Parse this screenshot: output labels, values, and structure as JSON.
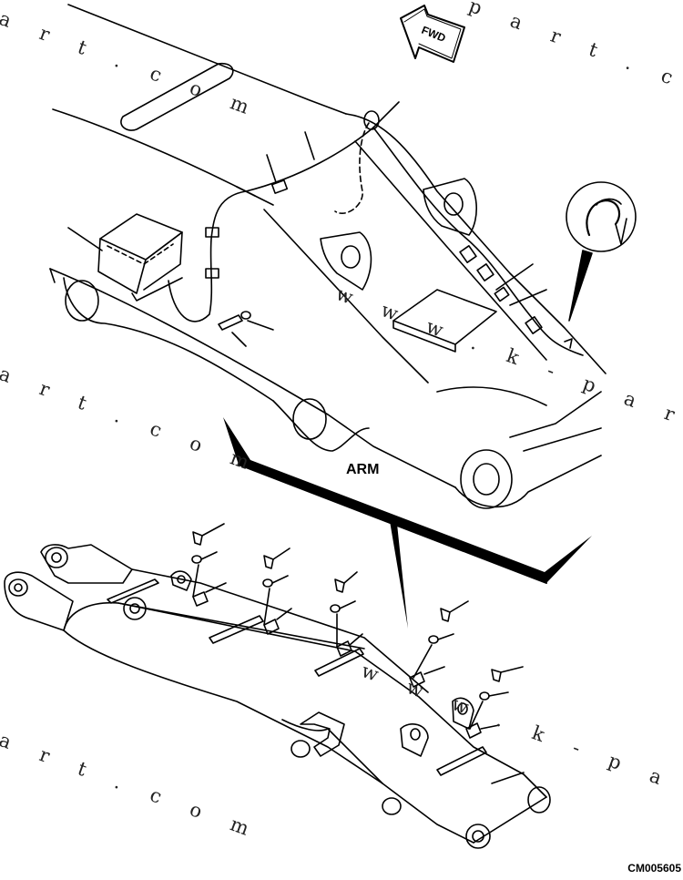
{
  "labels": {
    "fwd": "FWD",
    "arm": "ARM",
    "drawing_code": "CM005605"
  },
  "watermarks": {
    "top_left": "a r t . c o m",
    "top_right": "p a r t . c o m",
    "mid_left": "a r t . c o m",
    "mid_center": "w w w . k - p a r t . c o m",
    "bottom_left": "a r t . c o m",
    "bottom_center": "w w w . k - p a r t . c o m"
  }
}
